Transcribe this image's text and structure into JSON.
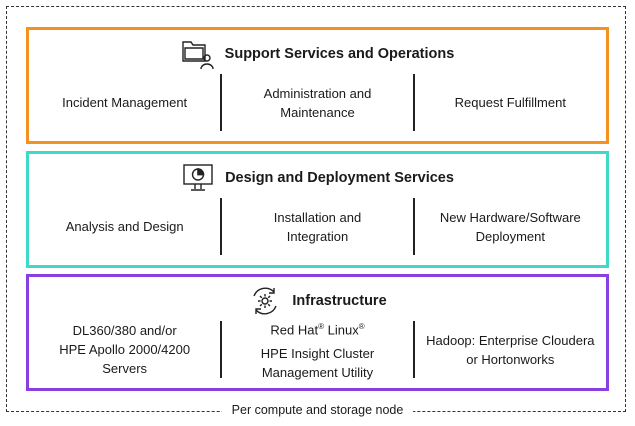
{
  "footer": "Per compute and storage node",
  "colors": {
    "support_border": "#f39221",
    "design_border": "#3ed9c9",
    "infra_border": "#8a3fe0"
  },
  "panels": [
    {
      "title": "Support Services and Operations",
      "icon": "folder-user-icon",
      "columns": [
        {
          "lines": [
            "Incident Management"
          ]
        },
        {
          "lines": [
            "Administration and",
            "Maintenance"
          ]
        },
        {
          "lines": [
            "Request Fulfillment"
          ]
        }
      ]
    },
    {
      "title": "Design and Deployment Services",
      "icon": "monitor-pie-chart-icon",
      "columns": [
        {
          "lines": [
            "Analysis and Design"
          ]
        },
        {
          "lines": [
            "Installation and",
            "Integration"
          ]
        },
        {
          "lines": [
            "New Hardware/Software",
            "Deployment"
          ]
        }
      ]
    },
    {
      "title": "Infrastructure",
      "icon": "gear-cycle-icon",
      "columns": [
        {
          "lines": [
            "DL360/380 and/or",
            "HPE Apollo 2000/4200",
            "Servers"
          ]
        },
        {
          "lines": [
            "Red Hat",
            "Linux",
            "HPE Insight Cluster",
            "Management Utility"
          ]
        },
        {
          "lines": [
            "Hadoop: Enterprise Cloudera",
            "or Hortonworks"
          ]
        }
      ]
    }
  ]
}
